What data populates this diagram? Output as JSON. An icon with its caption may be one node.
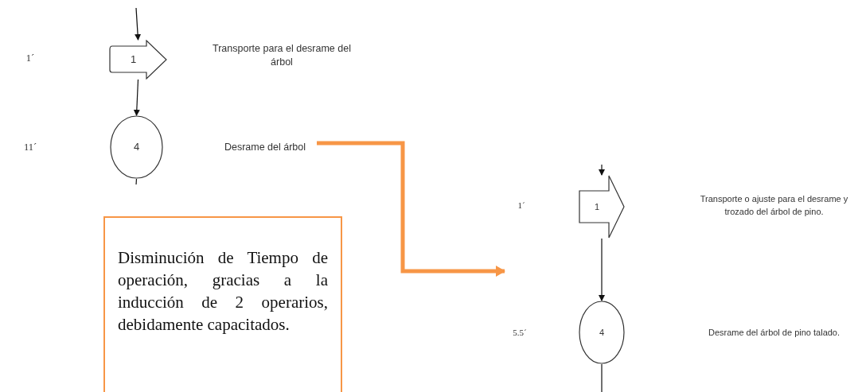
{
  "diagram": {
    "nodes": [
      {
        "text": [
          "1"
        ]
      },
      {
        "text": [
          "4"
        ]
      },
      {
        "text": [
          "Desrame del árbol"
        ]
      },
      {
        "text": [
          "Disminución de Tiempo de operación, gracias a la inducción de 2 operarios, debidamente capacitados."
        ]
      },
      {
        "text": [
          "1"
        ]
      },
      {
        "text": [
          "4"
        ]
      }
    ],
    "edges": [
      {
        "from": null,
        "to": 0,
        "arrow": "to"
      },
      {
        "from": 0,
        "to": 1,
        "arrow": "to"
      },
      {
        "from": 1,
        "to": null,
        "arrow": "none"
      },
      {
        "from": 2,
        "to": null,
        "arrow": "to",
        "style": "thick",
        "color": "#f79646"
      },
      {
        "from": null,
        "to": 4,
        "arrow": "to"
      },
      {
        "from": 4,
        "to": 5,
        "arrow": "to"
      },
      {
        "from": 5,
        "to": null,
        "arrow": "none"
      }
    ],
    "labels": [
      "1´",
      "Transporte para el desrame del árbol",
      "11´",
      "1´",
      "Transporte o ajuste para el desrame y trozado del árbol de pino.",
      "5.5´",
      "Desrame del árbol de pino talado."
    ]
  }
}
